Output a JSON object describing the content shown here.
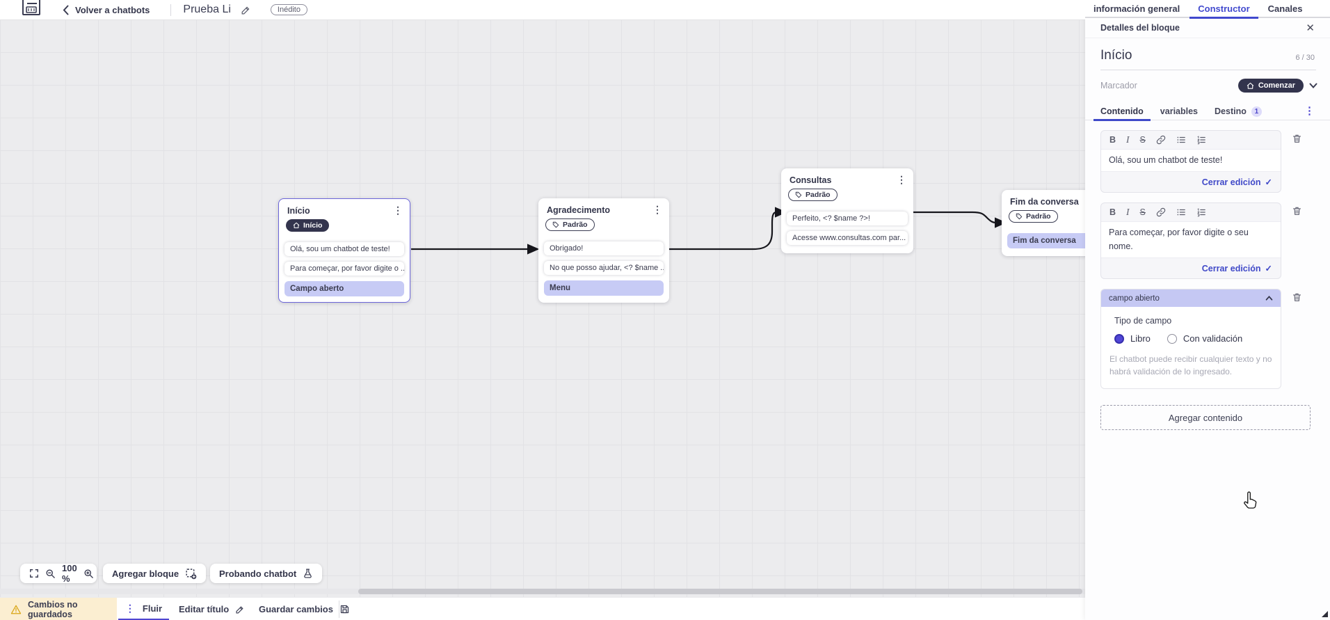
{
  "header": {
    "back_label": "Volver a chatbots",
    "title": "Prueba Li",
    "status_badge": "Inédito",
    "tabs": [
      {
        "label": "información general",
        "active": false
      },
      {
        "label": "Constructor",
        "active": true
      },
      {
        "label": "Canales",
        "active": false
      }
    ]
  },
  "canvas": {
    "blocks": [
      {
        "title": "Início",
        "badge": {
          "label": "Início",
          "icon": "home-icon",
          "style": "dark"
        },
        "rows": [
          {
            "text": "Olá, sou um chatbot de teste!",
            "highlight": false
          },
          {
            "text": "Para começar, por favor digite o ...",
            "highlight": false
          },
          {
            "text": "Campo aberto",
            "highlight": true
          }
        ]
      },
      {
        "title": "Agradecimento",
        "badge": {
          "label": "Padrão",
          "icon": "tag-icon",
          "style": "outline"
        },
        "rows": [
          {
            "text": "Obrigado!",
            "highlight": false
          },
          {
            "text": "No que posso ajudar, <? $name ...",
            "highlight": false
          },
          {
            "text": "Menu",
            "highlight": true
          }
        ]
      },
      {
        "title": "Consultas",
        "badge": {
          "label": "Padrão",
          "icon": "tag-icon",
          "style": "outline"
        },
        "rows": [
          {
            "text": "Perfeito, <? $name ?>!",
            "highlight": false
          },
          {
            "text": "Acesse www.consultas.com par...",
            "highlight": false
          }
        ]
      },
      {
        "title": "Fim da conversa",
        "badge": {
          "label": "Padrão",
          "icon": "tag-icon",
          "style": "outline"
        },
        "rows": [
          {
            "text": "Fim da conversa",
            "highlight": true
          }
        ]
      }
    ],
    "controls": {
      "zoom_level": "100 %",
      "add_block": "Agregar bloque",
      "test_chatbot": "Probando chatbot"
    }
  },
  "footer": {
    "unsaved": "Cambios no guardados",
    "flow_tab": "Fluir",
    "edit_title": "Editar título",
    "save": "Guardar cambios"
  },
  "panel": {
    "header": "Detalles del bloque",
    "block_name": "Início",
    "counter": "6 / 30",
    "marker_label": "Marcador",
    "marker_value": "Comenzar",
    "tabs": [
      {
        "label": "Contenido",
        "active": true
      },
      {
        "label": "variables",
        "active": false
      },
      {
        "label": "Destino",
        "active": false,
        "badge": "1"
      }
    ],
    "toolbar": {
      "bold": "B",
      "italic": "I",
      "strike": "S"
    },
    "editors": [
      {
        "text": "Olá, sou um chatbot de teste!",
        "close_label": "Cerrar edición"
      },
      {
        "text": "Para começar, por favor digite o seu nome.",
        "close_label": "Cerrar edición"
      }
    ],
    "open_field": {
      "header": "campo abierto",
      "type_label": "Tipo de campo",
      "options": [
        {
          "label": "Libro",
          "selected": true
        },
        {
          "label": "Con validación",
          "selected": false
        }
      ],
      "help": "El chatbot puede recibir cualquier texto y no habrá validación de lo ingresado."
    },
    "add_content": "Agregar contenido"
  },
  "colors": {
    "accent_blue": "#4149ce",
    "dark_navy": "#33344d",
    "highlight_periwinkle": "#c7cbf5",
    "field_header_purple": "#c5c8f3",
    "warning_bg": "#fbeed1",
    "warning_icon": "#d9a514",
    "canvas_bg": "#ececee"
  }
}
